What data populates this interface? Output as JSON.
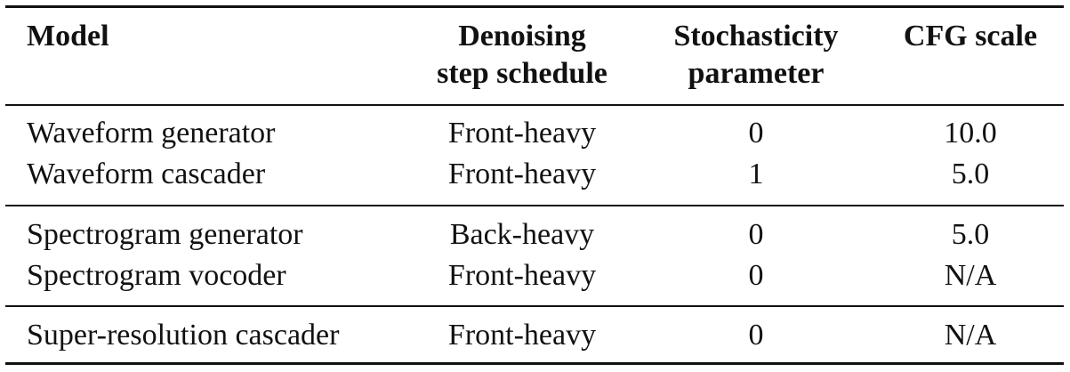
{
  "table": {
    "headers": {
      "model": [
        "Model"
      ],
      "schedule": [
        "Denoising",
        "step schedule"
      ],
      "stochasticity": [
        "Stochasticity",
        "parameter"
      ],
      "cfg": [
        "CFG scale"
      ]
    },
    "groups": [
      [
        {
          "model": "Waveform generator",
          "schedule": "Front-heavy",
          "stochasticity": "0",
          "cfg": "10.0"
        },
        {
          "model": "Waveform cascader",
          "schedule": "Front-heavy",
          "stochasticity": "1",
          "cfg": "5.0"
        }
      ],
      [
        {
          "model": "Spectrogram generator",
          "schedule": "Back-heavy",
          "stochasticity": "0",
          "cfg": "5.0"
        },
        {
          "model": "Spectrogram vocoder",
          "schedule": "Front-heavy",
          "stochasticity": "0",
          "cfg": "N/A"
        }
      ],
      [
        {
          "model": "Super-resolution cascader",
          "schedule": "Front-heavy",
          "stochasticity": "0",
          "cfg": "N/A"
        }
      ]
    ]
  }
}
